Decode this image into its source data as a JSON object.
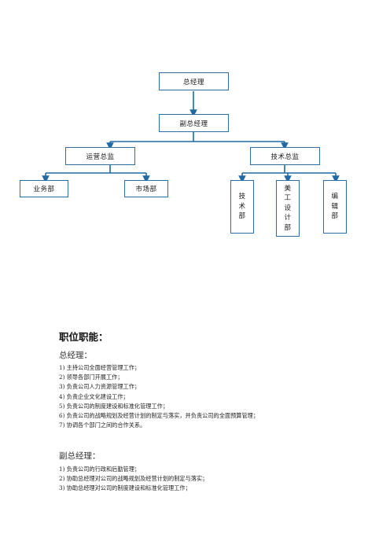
{
  "org_chart": {
    "ceo": "总经理",
    "deputy": "副总经理",
    "ops_director": "运营总监",
    "tech_director": "技术总监",
    "dept_business": "业务部",
    "dept_market": "市场部",
    "dept_tech": [
      "技",
      "术",
      "部"
    ],
    "dept_art": [
      "美",
      "工",
      "设",
      "计",
      "部"
    ],
    "dept_edit": [
      "编",
      "辑",
      "部"
    ],
    "line_color": "#1f6aa5"
  },
  "functions": {
    "heading": "职位职能：",
    "ceo_title": "总经理：",
    "ceo_duties": [
      "1) 主持公司全面经营管理工作；",
      "2) 领导各部门开展工作；",
      "3) 负责公司人力资源管理工作；",
      "4) 负责企业文化建设工作；",
      "5) 负责公司的制度建设和标准化管理工作；",
      "6) 负责公司的战略规划及经营计划的制定与落实，并负责公司的全面预算管理；",
      "7) 协调各个部门之间的合作关系。"
    ],
    "deputy_title": "副总经理：",
    "deputy_duties": [
      "1) 负责公司的行政和后勤管理；",
      "2) 协助总经理对公司的战略规划及经营计划的制定与落实；",
      "3) 协助总经理对公司的制度建设和标准化管理工作；"
    ]
  }
}
